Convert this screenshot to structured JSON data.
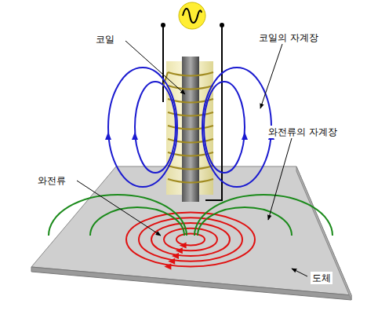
{
  "diagram": {
    "labels": [
      "코일",
      "코일의 자계장",
      "와전류의 자계장",
      "와전류",
      "도체"
    ]
  }
}
